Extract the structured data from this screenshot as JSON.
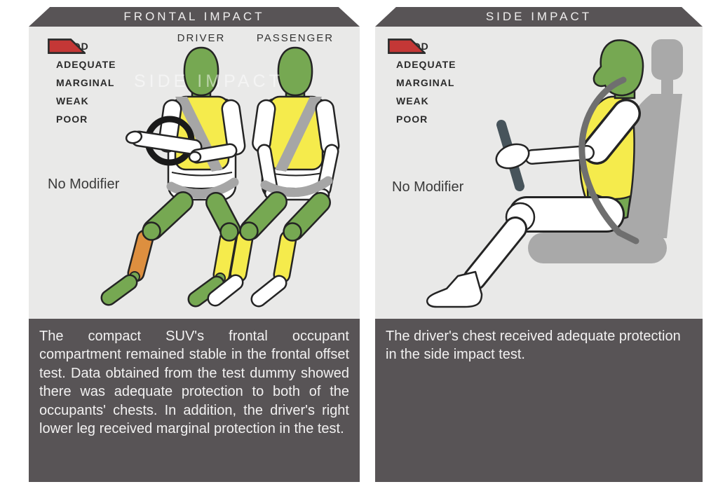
{
  "colors": {
    "good": "#76a852",
    "adequate": "#f5eb4c",
    "marginal": "#dd8f3f",
    "weak": "#6e4a2e",
    "poor": "#c43736",
    "panel_bg": "#e9e9e8",
    "band_bg": "#585456",
    "belt": "#a6a6a6",
    "belt_side": "#6f6f6f",
    "seat": "#a9a9a9",
    "wheel": "#1a1a1a",
    "wheel_bar": "#47545b",
    "white": "#ffffff",
    "outline": "#242424"
  },
  "legend": {
    "items": [
      {
        "key": "good",
        "label": "GOOD"
      },
      {
        "key": "adequate",
        "label": "ADEQUATE"
      },
      {
        "key": "marginal",
        "label": "MARGINAL"
      },
      {
        "key": "weak",
        "label": "WEAK"
      },
      {
        "key": "poor",
        "label": "POOR"
      }
    ]
  },
  "frontal": {
    "title": "FRONTAL IMPACT",
    "driver_label": "DRIVER",
    "passenger_label": "PASSENGER",
    "modifier": "No Modifier",
    "watermark": "SIDE IMPACT",
    "description": "The compact SUV's frontal occupant compartment remained stable in the frontal offset test. Data obtained from the test dummy showed there was adequate protection to both of the occupants' chests. In addition, the driver's right lower leg received marginal protection in the test.",
    "ratings": {
      "driver": {
        "head": "good",
        "chest": "adequate",
        "thighs": "good",
        "right_lower_leg": "marginal",
        "left_lower_leg": "adequate",
        "feet": "good"
      },
      "passenger": {
        "head": "good",
        "chest": "adequate",
        "thighs": "good",
        "lower_legs": "adequate"
      }
    }
  },
  "side": {
    "title": "SIDE IMPACT",
    "modifier": "No Modifier",
    "description": "The driver's chest received adequate protection in the side impact test.",
    "ratings": {
      "driver": {
        "head": "good",
        "chest": "adequate",
        "abdomen": "good"
      }
    }
  }
}
